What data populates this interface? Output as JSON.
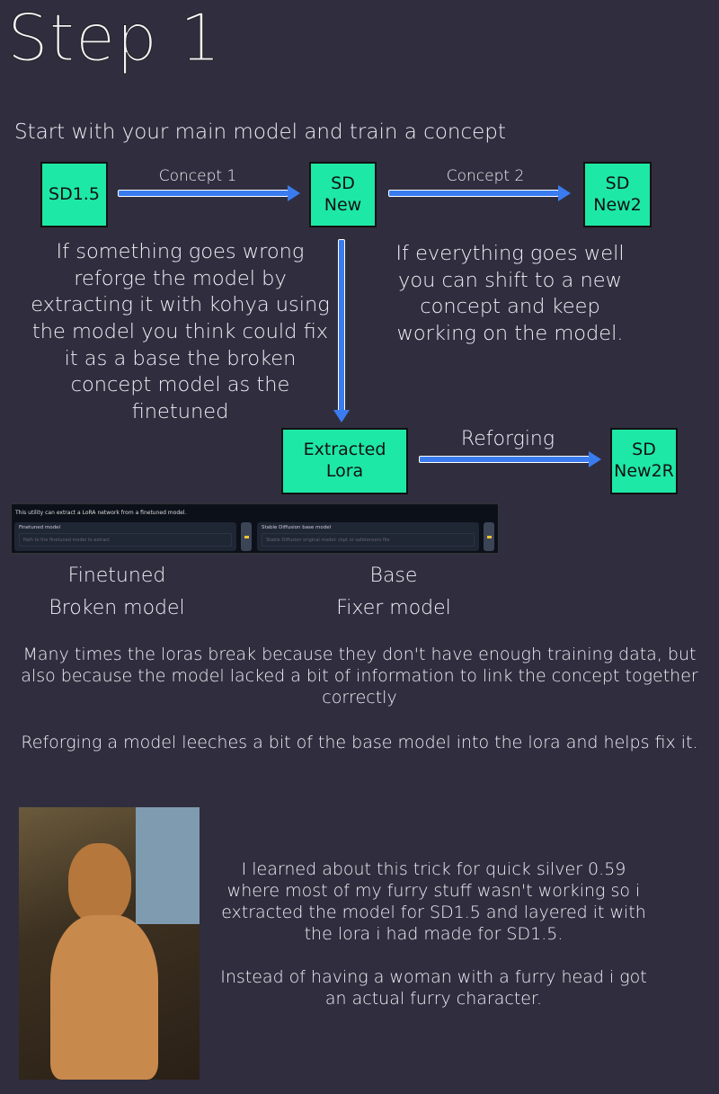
{
  "title": "Step 1",
  "subtitle": "Start with your main model and train a concept",
  "nodes": {
    "sd15": "SD1.5",
    "sdnew": "SD New",
    "sdnew2": "SD New2",
    "lora": "Extracted Lora",
    "sdnew2r": "SD New2R"
  },
  "edges": {
    "c1": "Concept 1",
    "c2": "Concept 2",
    "reforge": "Reforging"
  },
  "left_note": "If something goes wrong reforge the model by extracting it with kohya using the model you think could fix it as a base the broken concept model as the finetuned",
  "right_note": "If everything goes well you can shift to a new concept and keep working on the model.",
  "ui": {
    "desc": "This utility can extract a LoRA network from a finetuned model.",
    "ft_label": "Finetuned model",
    "ft_placeholder": "Path to the finetuned model to extract",
    "base_label": "Stable Diffusion base model",
    "base_placeholder": "Stable Diffusion original model: ckpt or safetensors file"
  },
  "captions": {
    "ft1": "Finetuned",
    "ft2": "Broken model",
    "b1": "Base",
    "b2": "Fixer model"
  },
  "para1": "Many times the loras break because they don't have enough training data, but also because the model lacked a bit of information to link the concept together correctly",
  "para2": "Reforging a model leeches a bit of the base model into the lora and helps fix it.",
  "story1": "I learned about this trick for quick silver 0.59 where most of my furry stuff wasn't working so i extracted the model for SD1.5 and layered it with the lora i had made for SD1.5.",
  "story2": "Instead of having a woman with a furry head i got an actual furry character."
}
